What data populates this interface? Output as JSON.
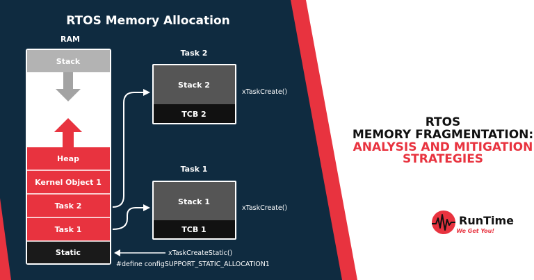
{
  "diagram": {
    "title": "RTOS Memory Allocation",
    "ram_label": "RAM",
    "ram_blocks": {
      "stack": "Stack",
      "heap": "Heap",
      "kernel_object": "Kernel Object 1",
      "task2": "Task 2",
      "task1": "Task 1",
      "static": "Static"
    },
    "task2": {
      "label": "Task 2",
      "stack": "Stack 2",
      "tcb": "TCB 2",
      "api": "xTaskCreate()"
    },
    "task1": {
      "label": "Task 1",
      "stack": "Stack 1",
      "tcb": "TCB 1",
      "api": "xTaskCreate()"
    },
    "static_api": "xTaskCreateStatic()",
    "static_define": "#define configSUPPORT_STATIC_ALLOCATION1"
  },
  "headline": {
    "line1": "RTOS",
    "line2": "MEMORY FRAGMENTATION:",
    "line3": "ANALYSIS AND MITIGATION",
    "line4": "STRATEGIES"
  },
  "logo": {
    "name": "RunTime",
    "slogan": "We Get You!"
  },
  "colors": {
    "navy": "#0f2b40",
    "red": "#e8333f",
    "gray_block": "#b3b3b3",
    "dark_gray": "#555555",
    "black": "#111111"
  }
}
